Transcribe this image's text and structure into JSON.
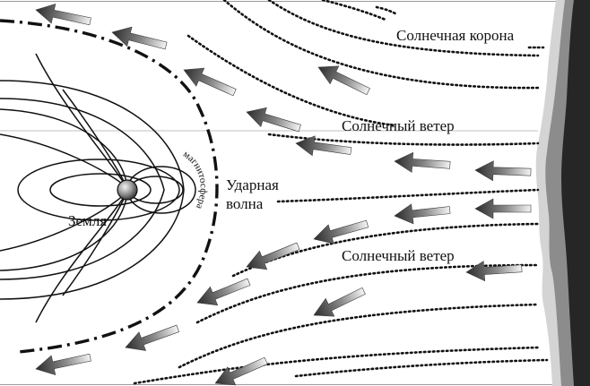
{
  "labels": {
    "corona": "Солнечная корона",
    "wind_top": "Солнечный ветер",
    "wind_bottom": "Солнечный ветер",
    "shock_line1": "Ударная",
    "shock_line2": "волна",
    "earth": "Земля",
    "magnetosphere": "магнитосфера"
  },
  "colors": {
    "background": "#ffffff",
    "lines": "#111111",
    "corona_outer": "#d0d0d0",
    "corona_mid": "#909090",
    "corona_inner": "#2a2a2a",
    "arrow_light": "#f2f2f2",
    "arrow_dark": "#2b2b2b"
  }
}
